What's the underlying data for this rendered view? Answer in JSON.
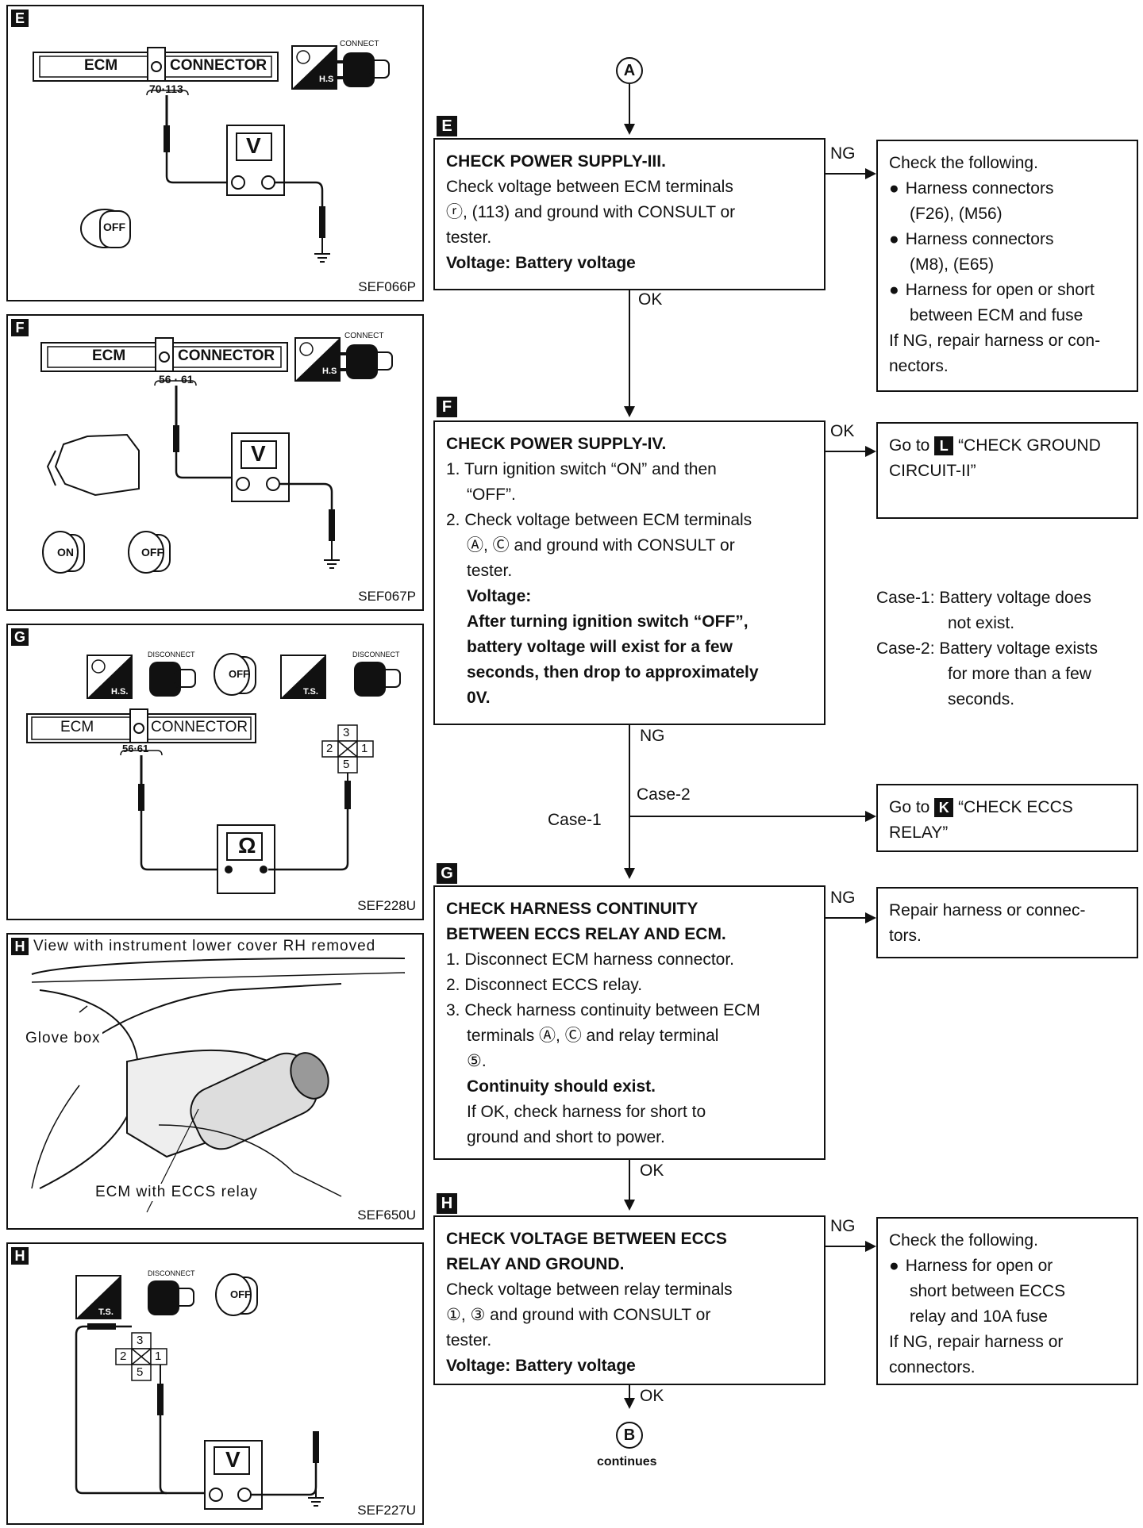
{
  "panels": [
    {
      "letter": "E",
      "code": "SEF066P",
      "pins": "70·113",
      "connector_a": "ECM",
      "connector_b": "CONNECTOR",
      "meter": "V",
      "hs": "H.S",
      "connect": "CONNECT",
      "key1": "OFF"
    },
    {
      "letter": "F",
      "code": "SEF067P",
      "pins": "56 · 61",
      "connector_a": "ECM",
      "connector_b": "CONNECTOR",
      "meter": "V",
      "hs": "H.S",
      "connect": "CONNECT",
      "key1": "ON",
      "key2": "OFF"
    },
    {
      "letter": "G",
      "code": "SEF228U",
      "pins": "56·61",
      "connector_a": "ECM",
      "connector_b": "CONNECTOR",
      "meter": "Ω",
      "hs": "H.S.",
      "ts": "T.S.",
      "disconnect1": "DISCONNECT",
      "disconnect2": "DISCONNECT",
      "key1": "OFF",
      "relay": [
        "3",
        "2",
        "1",
        "5"
      ]
    },
    {
      "letter": "H",
      "code": "SEF650U",
      "caption": "View with instrument lower cover RH removed",
      "label1": "Glove box",
      "label2": "ECM with ECCS relay"
    },
    {
      "letter": "H",
      "code": "SEF227U",
      "meter": "V",
      "ts": "T.S.",
      "disconnect": "DISCONNECT",
      "key1": "OFF",
      "relay": [
        "3",
        "2",
        "1",
        "5"
      ]
    }
  ],
  "flow": {
    "start_node": "A",
    "end_node": "B",
    "end_label": "continues",
    "steps": [
      {
        "letter": "E",
        "title": "CHECK POWER SUPPLY-III.",
        "lines": [
          "Check voltage between ECM terminals",
          "ⓡ, (113) and ground with CONSULT or",
          "tester."
        ],
        "result": "Voltage: Battery voltage",
        "ng_label": "NG",
        "ok_label": "OK",
        "side": {
          "lines": [
            "Check the following.",
            "Harness connectors",
            "(F26), (M56)",
            "Harness connectors",
            "(M8), (E65)",
            "Harness for open or short",
            "between ECM and fuse",
            "If NG, repair harness or con-",
            "nectors."
          ]
        }
      },
      {
        "letter": "F",
        "title": "CHECK POWER SUPPLY-IV.",
        "lines": [
          "1. Turn ignition switch “ON” and then",
          "“OFF”.",
          "2. Check voltage between ECM terminals",
          "Ⓐ, Ⓒ and ground with CONSULT or",
          "tester."
        ],
        "result_head": "Voltage:",
        "result_lines": [
          "After turning ignition switch “OFF”,",
          "battery voltage will exist for a few",
          "seconds, then drop to approximately",
          "0V."
        ],
        "ok_label": "OK",
        "ng_label": "NG",
        "side": {
          "goto": "Go to",
          "letter": "L",
          "target": "“CHECK GROUND CIRCUIT-II”"
        },
        "cases": [
          "Case-1: Battery voltage does",
          "not exist.",
          "Case-2: Battery voltage exists",
          "for more than a few",
          "seconds."
        ],
        "case2_label": "Case-2",
        "case1_label": "Case-1",
        "case2_side": {
          "goto": "Go to",
          "letter": "K",
          "target": "“CHECK ECCS RELAY”"
        }
      },
      {
        "letter": "G",
        "title_lines": [
          "CHECK HARNESS CONTINUITY",
          "BETWEEN ECCS RELAY AND ECM."
        ],
        "lines": [
          "1. Disconnect ECM harness connector.",
          "2. Disconnect ECCS relay.",
          "3. Check harness continuity between ECM",
          "terminals Ⓐ, Ⓒ and relay terminal",
          "⑤."
        ],
        "result": "Continuity should exist.",
        "after": [
          "If OK, check harness for short to",
          "ground and short to power."
        ],
        "ng_label": "NG",
        "ok_label": "OK",
        "side": {
          "lines": [
            "Repair harness or connec-",
            "tors."
          ]
        }
      },
      {
        "letter": "H",
        "title_lines": [
          "CHECK VOLTAGE BETWEEN ECCS",
          "RELAY AND GROUND."
        ],
        "lines": [
          "Check voltage between relay terminals",
          "①, ③ and ground with CONSULT or",
          "tester."
        ],
        "result": "Voltage: Battery voltage",
        "ng_label": "NG",
        "ok_label": "OK",
        "side": {
          "lines": [
            "Check the following.",
            "Harness for open or",
            "short between ECCS",
            "relay and 10A fuse",
            "If NG, repair harness or",
            "connectors."
          ]
        }
      }
    ]
  }
}
